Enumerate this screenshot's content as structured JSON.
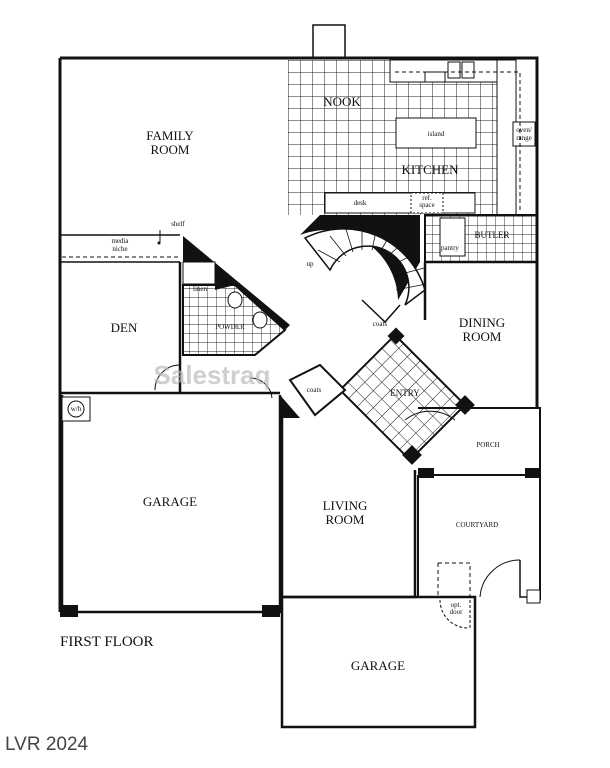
{
  "plan": {
    "floor_label": "FIRST FLOOR",
    "rooms": {
      "family_room": [
        "FAMILY",
        "ROOM"
      ],
      "nook": "NOOK",
      "kitchen": "KITCHEN",
      "den": "DEN",
      "powder": "POWDER",
      "dining_room": [
        "DINING",
        "ROOM"
      ],
      "entry": "ENTRY",
      "porch": "PORCH",
      "garage_left": "GARAGE",
      "living_room": [
        "LIVING",
        "ROOM"
      ],
      "courtyard": "COURTYARD",
      "garage_bottom": "GARAGE",
      "butler": "BUTLER"
    },
    "fixtures": {
      "island": "island",
      "range": [
        "oven/",
        "range"
      ],
      "desk": "desk",
      "ref_space": [
        "ref.",
        "space"
      ],
      "pantry": "pantry",
      "shelf": "shelf",
      "media_niche": [
        "media",
        "niche"
      ],
      "linen": "linen",
      "coats_1": "coats",
      "coats_2": "coats",
      "up": "up",
      "wh": "w/h",
      "opt_door": [
        "opt.",
        "door"
      ]
    }
  },
  "watermark": "Salestraq",
  "footer_watermark": "LVR 2024"
}
